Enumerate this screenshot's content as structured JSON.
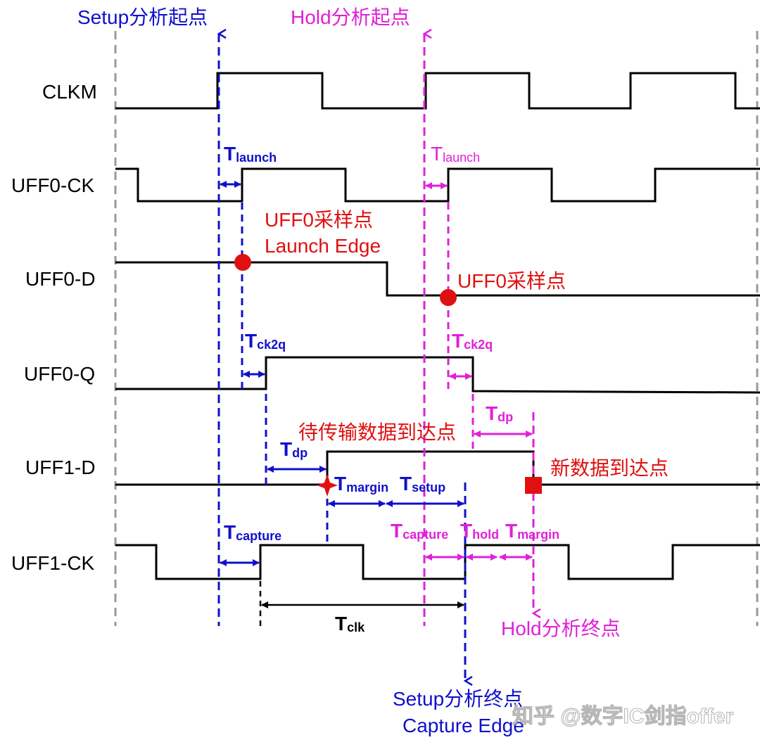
{
  "signals": {
    "clkm": "CLKM",
    "uff0_ck": "UFF0-CK",
    "uff0_d": "UFF0-D",
    "uff0_q": "UFF0-Q",
    "uff1_d": "UFF1-D",
    "uff1_ck": "UFF1-CK"
  },
  "annotations": {
    "setup_start": "Setup分析起点",
    "hold_start": "Hold分析起点",
    "setup_end": "Setup分析终点",
    "capture_edge": "Capture Edge",
    "hold_end": "Hold分析终点",
    "uff0_sample_1": "UFF0采样点",
    "launch_edge": "Launch Edge",
    "uff0_sample_2": "UFF0采样点",
    "pending_arrival": "待传输数据到达点",
    "new_arrival": "新数据到达点"
  },
  "timings": {
    "t": "T",
    "launch": "launch",
    "ck2q": "ck2q",
    "dp": "dp",
    "margin": "margin",
    "setup": "setup",
    "capture": "capture",
    "hold": "hold",
    "clk": "clk"
  },
  "watermark": "知乎 @数字IC剑指offer",
  "colors": {
    "setup": "#1010cc",
    "hold": "#e020d8",
    "point": "#e01010",
    "wave": "#000000",
    "guide": "#9a9a9a"
  }
}
